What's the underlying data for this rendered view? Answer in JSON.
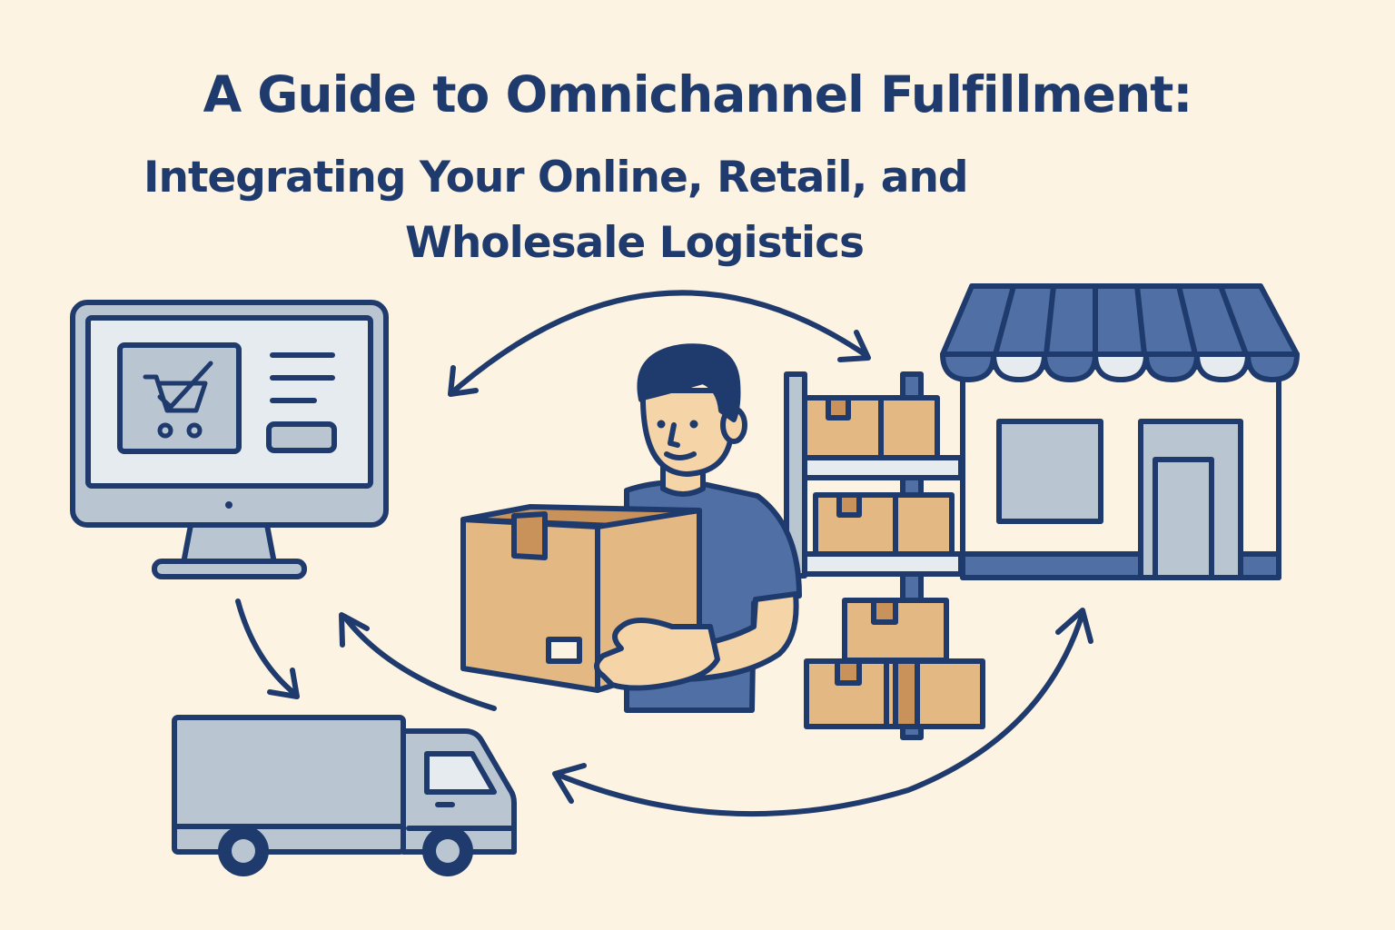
{
  "header": {
    "title": "A Guide to Omnichannel Fulfillment:",
    "subtitle_line1": "Integrating Your Online, Retail, and",
    "subtitle_line2": "Wholesale Logistics"
  },
  "illustration": {
    "elements": [
      "computer-monitor",
      "shopping-cart-icon",
      "worker-holding-box",
      "warehouse-shelving",
      "storefront",
      "delivery-truck",
      "cycle-arrows"
    ]
  },
  "colors": {
    "background": "#fdf3e2",
    "navy": "#1f3b6d",
    "steel_blue": "#4f6fa5",
    "light_gray_blue": "#b9c6d2",
    "cardboard": "#e3b883",
    "cardboard_dark": "#c9925a",
    "skin": "#f5d5a8"
  }
}
